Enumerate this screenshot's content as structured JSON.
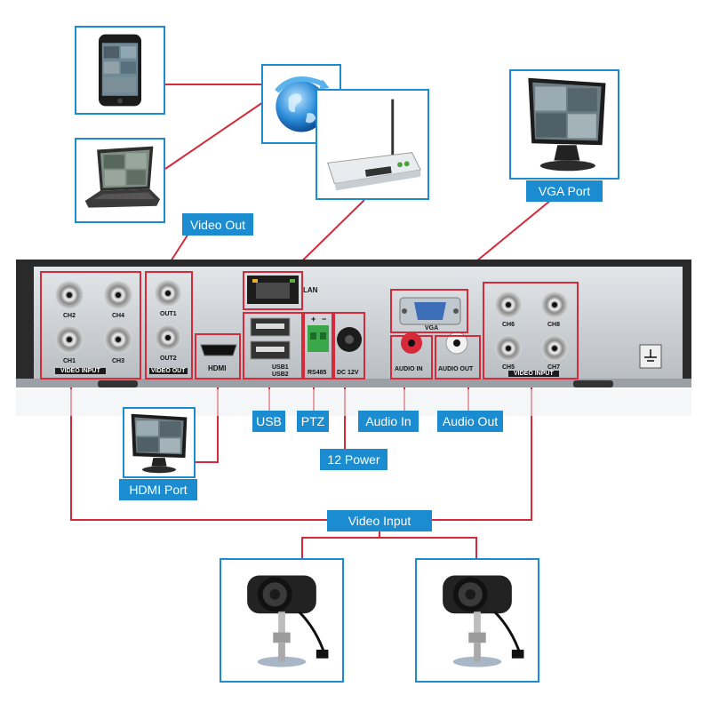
{
  "colors": {
    "accent_blue": "#1a8ccf",
    "connector_red": "#d42a3a",
    "panel_dark": "#2a2a2a",
    "panel_light": "#c8cdd2"
  },
  "callouts": {
    "video_out": "Video Out",
    "vga_port": "VGA Port",
    "usb": "USB",
    "ptz": "PTZ",
    "audio_in": "Audio In",
    "audio_out": "Audio Out",
    "power": "12  Power",
    "hdmi_port": "HDMI Port",
    "video_input": "Video Input"
  },
  "panel": {
    "ch1": "CH1",
    "ch2": "CH2",
    "ch3": "CH3",
    "ch4": "CH4",
    "ch5": "CH5",
    "ch6": "CH6",
    "ch7": "CH7",
    "ch8": "CH8",
    "out1": "OUT1",
    "out2": "OUT2",
    "video_input": "VIDEO INPUT",
    "video_out": "VIDEO OUT",
    "hdmi": "HDMI",
    "lan": "LAN",
    "usb1": "USB1",
    "usb2": "USB2",
    "rs485": "RS485",
    "plus": "+",
    "minus": "−",
    "dc12v": "DC 12V",
    "vga": "VGA",
    "audio_in": "AUDIO IN",
    "audio_out": "AUDIO OUT"
  },
  "devices": [
    "smartphone",
    "laptop",
    "internet-globe",
    "wifi-router",
    "vga-monitor",
    "hdmi-monitor",
    "security-camera-left",
    "security-camera-right"
  ]
}
